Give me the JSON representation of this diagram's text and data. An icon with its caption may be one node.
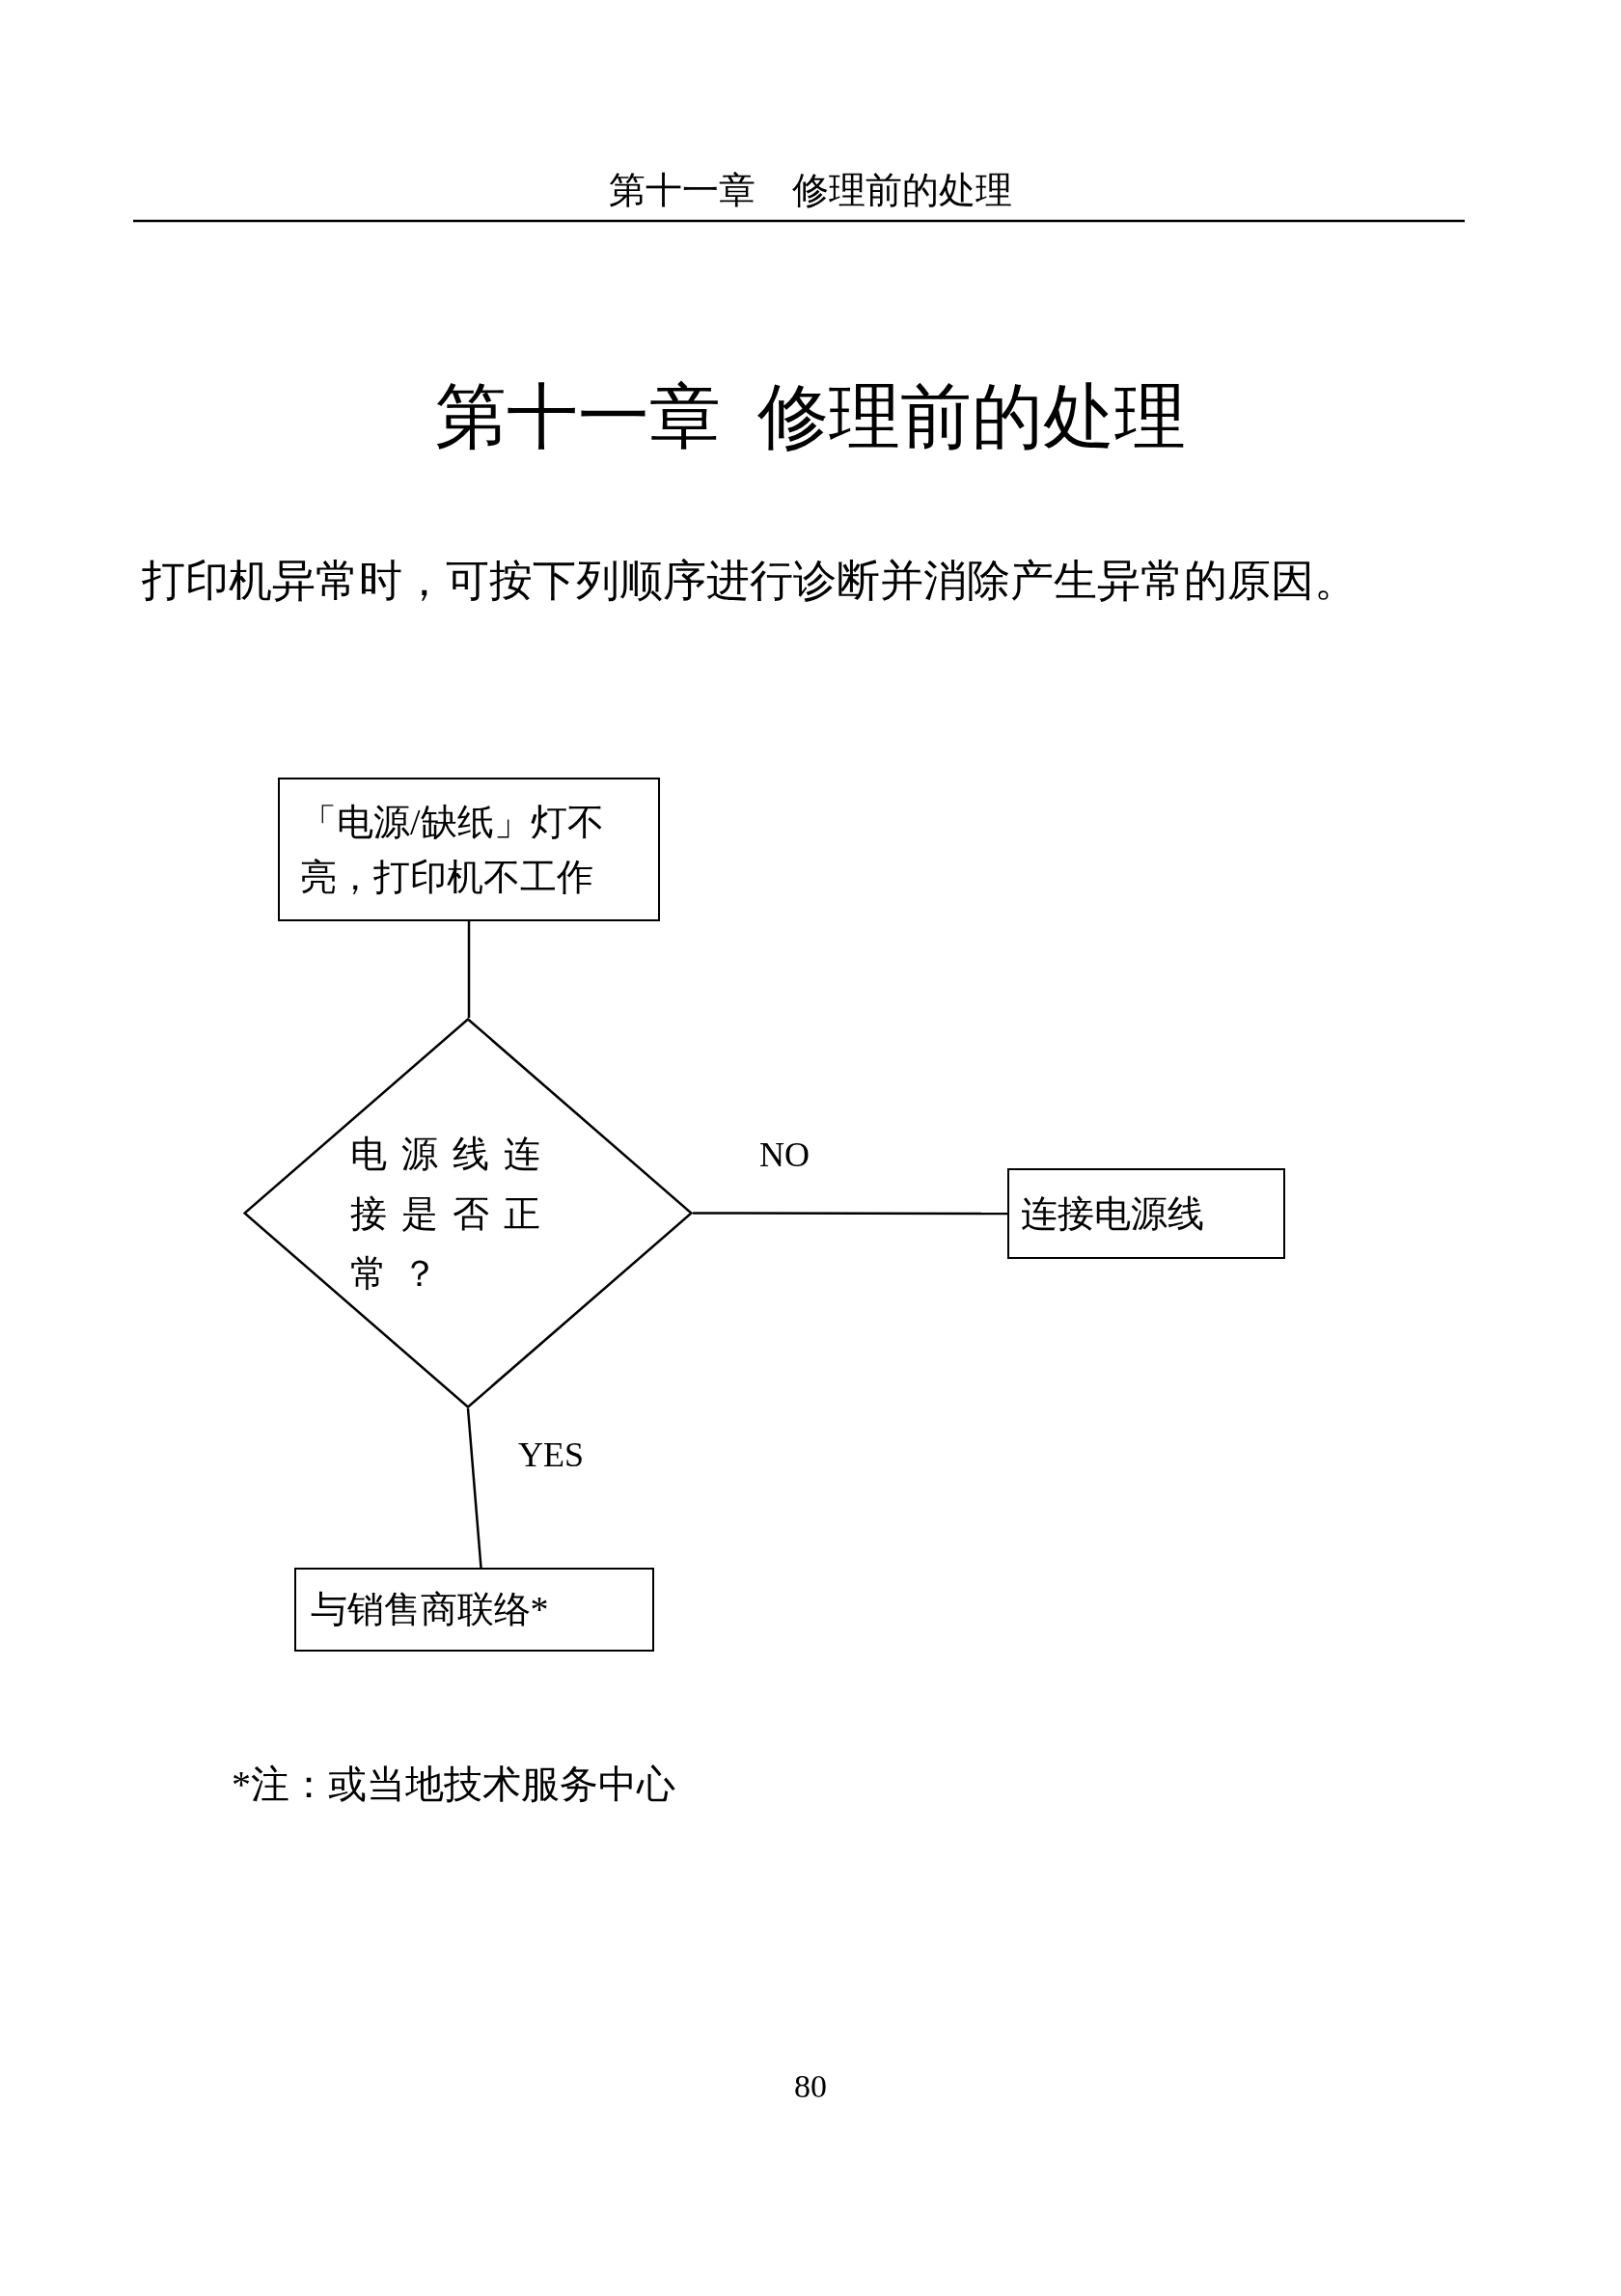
{
  "diagram": {
    "title": "第十一章 修理前的处理",
    "nodes": [
      {
        "text": [
          "「电源/缺纸」灯不亮，打印机不工作"
        ]
      },
      {
        "text": [
          "电源线连接是否正常？"
        ]
      },
      {
        "text": [
          "连接电源线"
        ]
      },
      {
        "text": [
          "与销售商联络*"
        ]
      }
    ],
    "edges": [
      {
        "from": 0,
        "to": 1,
        "arrow": "none"
      },
      {
        "from": 1,
        "to": 2,
        "arrow": "none",
        "label": "NO"
      },
      {
        "from": 1,
        "to": 3,
        "arrow": "none",
        "label": "YES"
      }
    ],
    "labels": [
      "第十一章　修理前的处理",
      "打印机异常时，可按下列顺序进行诊断并消除产生异常的原因。",
      "*注：或当地技术服务中心",
      "80"
    ]
  }
}
